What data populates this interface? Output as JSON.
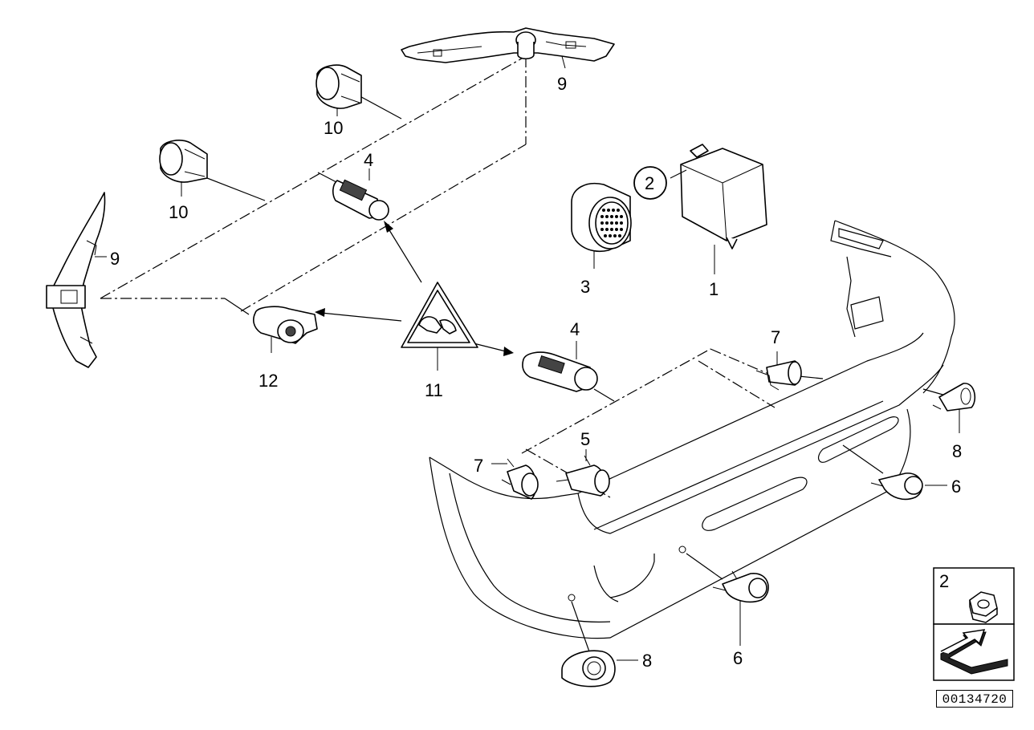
{
  "callouts": {
    "c1": "1",
    "c2": "2",
    "c3": "3",
    "c4a": "4",
    "c4b": "4",
    "c5": "5",
    "c6a": "6",
    "c6b": "6",
    "c7a": "7",
    "c7b": "7",
    "c8a": "8",
    "c8b": "8",
    "c9a": "9",
    "c9b": "9",
    "c10a": "10",
    "c10b": "10",
    "c11": "11",
    "c12": "12"
  },
  "legend": {
    "nut_label": "2"
  },
  "catalog_number": "00134720"
}
